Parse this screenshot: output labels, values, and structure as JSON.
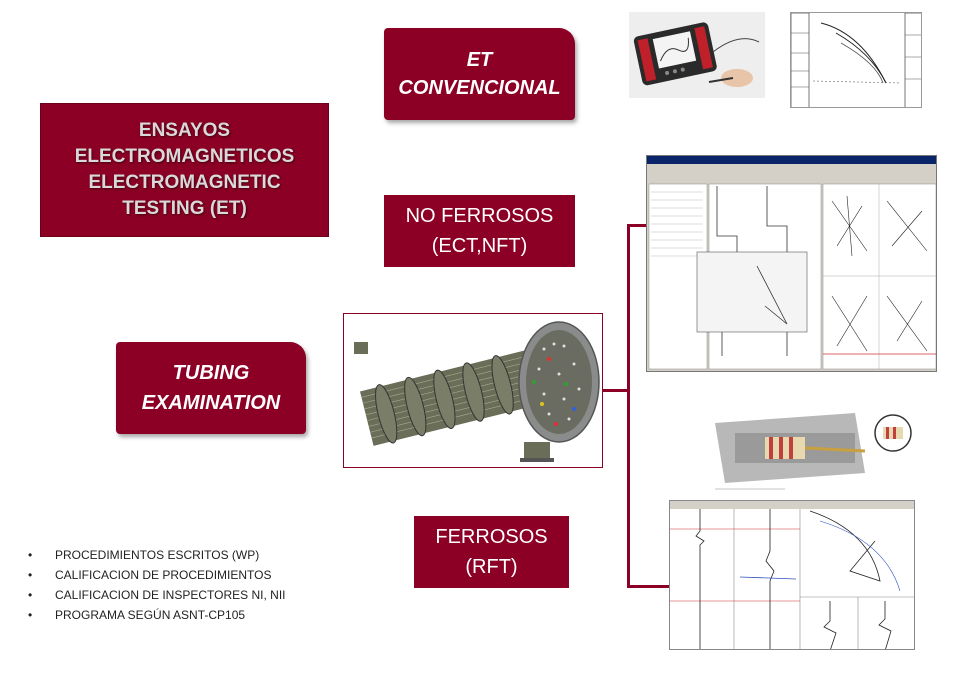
{
  "title_box": {
    "text": "ENSAYOS\nELECTROMAGNETICOS\nELECTROMAGNETIC\nTESTING (ET)"
  },
  "boxes": {
    "et_convencional": "ET\nCONVENCIONAL",
    "no_ferrosos": "NO FERROSOS\n(ECT,NFT)",
    "tubing": "TUBING\nEXAMINATION",
    "ferrosos": "FERROSOS\n(RFT)"
  },
  "bullets": [
    "PROCEDIMIENTOS ESCRITOS (WP)",
    "CALIFICACION DE PROCEDIMIENTOS",
    "CALIFICACION DE INSPECTORES NI, NII",
    "PROGRAMA SEGÚN ASNT-CP105"
  ],
  "colors": {
    "accent": "#8b0024",
    "title_text": "#d9d9d9"
  }
}
